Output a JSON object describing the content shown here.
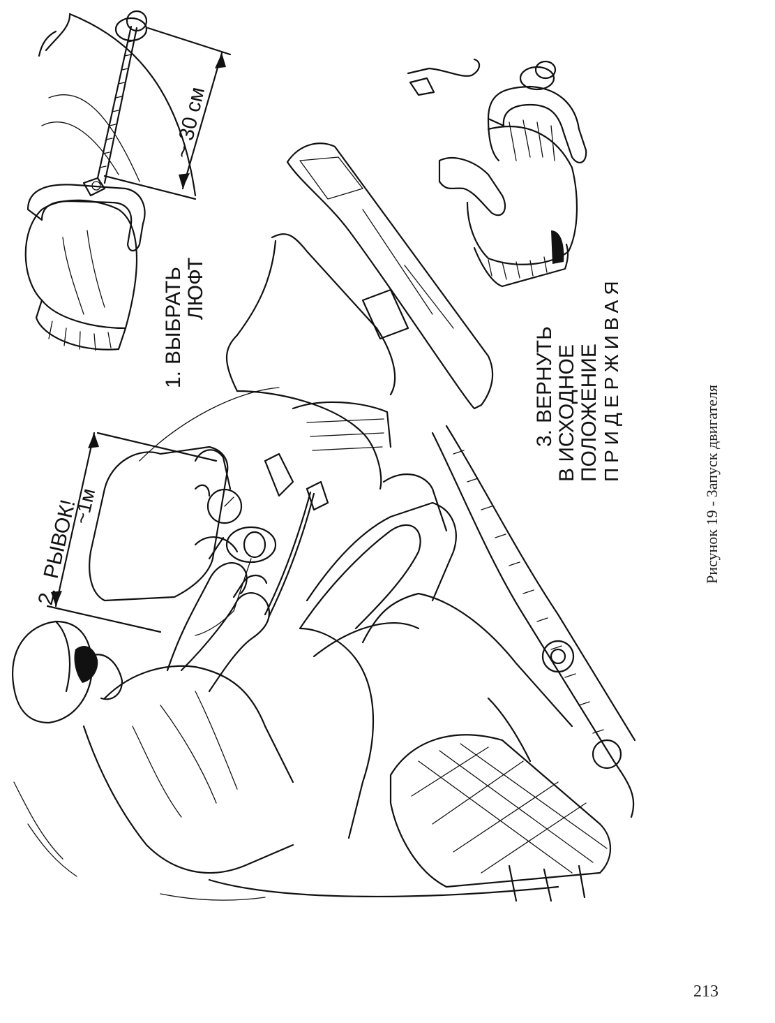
{
  "figure": {
    "step1": {
      "number": "1.",
      "line1": "ВЫБРАТЬ",
      "line2": "ЛЮФТ"
    },
    "step1_distance": "~ 30 см",
    "step2": {
      "number": "2.",
      "text": "РЫВОК!"
    },
    "step2_distance": "~1м",
    "step3": {
      "number": "3.",
      "line1": "ВЕРНУТЬ",
      "line2": "В ИСХОДНОЕ",
      "line3": "ПОЛОЖЕНИЕ",
      "line4": "ПРИДЕРЖИВАЯ"
    }
  },
  "caption": "Рисунок 19 - Запуск двигателя",
  "page_number": "213"
}
